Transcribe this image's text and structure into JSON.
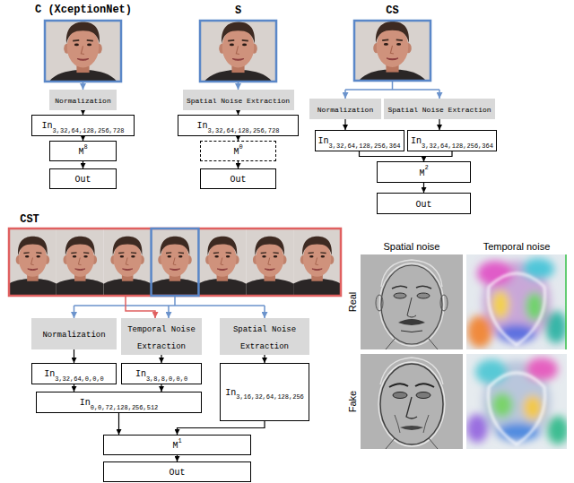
{
  "diagram": {
    "nodes": [
      {
        "text": [
          "Normalization"
        ]
      },
      {
        "text": [
          "In",
          "3,32,64,128,256,728"
        ]
      },
      {
        "text": [
          "M",
          "8"
        ]
      },
      {
        "text": [
          "Out"
        ]
      },
      {
        "text": [
          "Spatial Noise Extraction"
        ]
      },
      {
        "text": [
          "In",
          "3,32,64,128,256,728"
        ]
      },
      {
        "text": [
          "M",
          "0"
        ]
      },
      {
        "text": [
          "Out"
        ]
      },
      {
        "text": [
          "Normalization"
        ]
      },
      {
        "text": [
          "Spatial Noise Extraction"
        ]
      },
      {
        "text": [
          "In",
          "3,32,64,128,256,364"
        ]
      },
      {
        "text": [
          "In",
          "3,32,64,128,256,364"
        ]
      },
      {
        "text": [
          "M",
          "2"
        ]
      },
      {
        "text": [
          "Out"
        ]
      },
      {
        "text": [
          "Normalization"
        ]
      },
      {
        "text": [
          "Temporal Noise Extraction"
        ]
      },
      {
        "text": [
          "Spatial Noise Extraction"
        ]
      },
      {
        "text": [
          "In",
          "3,32,64,0,0,0"
        ]
      },
      {
        "text": [
          "In",
          "3,8,8,0,0,0"
        ]
      },
      {
        "text": [
          "In",
          "3,16,32,64,128,256"
        ]
      },
      {
        "text": [
          "In",
          "0,0,72,128,256,512"
        ]
      },
      {
        "text": [
          "M",
          "1"
        ]
      },
      {
        "text": [
          "Out"
        ]
      }
    ],
    "edges": [
      {
        "from": 0,
        "to": 1,
        "arrow": "to"
      },
      {
        "from": 1,
        "to": 2,
        "arrow": "to"
      },
      {
        "from": 2,
        "to": 3,
        "arrow": "to"
      },
      {
        "from": 4,
        "to": 5,
        "arrow": "to"
      },
      {
        "from": 5,
        "to": 6,
        "arrow": "to"
      },
      {
        "from": 6,
        "to": 7,
        "arrow": "to"
      },
      {
        "from": 8,
        "to": 10,
        "arrow": "to"
      },
      {
        "from": 9,
        "to": 11,
        "arrow": "to"
      },
      {
        "from": 10,
        "to": 12,
        "arrow": "to"
      },
      {
        "from": 11,
        "to": 12,
        "arrow": "to"
      },
      {
        "from": 12,
        "to": 13,
        "arrow": "to"
      },
      {
        "from": 14,
        "to": 17,
        "arrow": "to"
      },
      {
        "from": 15,
        "to": 18,
        "arrow": "to"
      },
      {
        "from": 16,
        "to": 19,
        "arrow": "to"
      },
      {
        "from": 17,
        "to": 20,
        "arrow": "to"
      },
      {
        "from": 18,
        "to": 20,
        "arrow": "to"
      },
      {
        "from": 19,
        "to": 21,
        "arrow": "to"
      },
      {
        "from": 20,
        "to": 21,
        "arrow": "to"
      },
      {
        "from": 21,
        "to": 22,
        "arrow": "to"
      }
    ],
    "labels": [
      "C (XceptionNet)",
      "S",
      "CS",
      "CST",
      "Spatial noise",
      "Temporal noise",
      "Real",
      "Fake"
    ]
  }
}
